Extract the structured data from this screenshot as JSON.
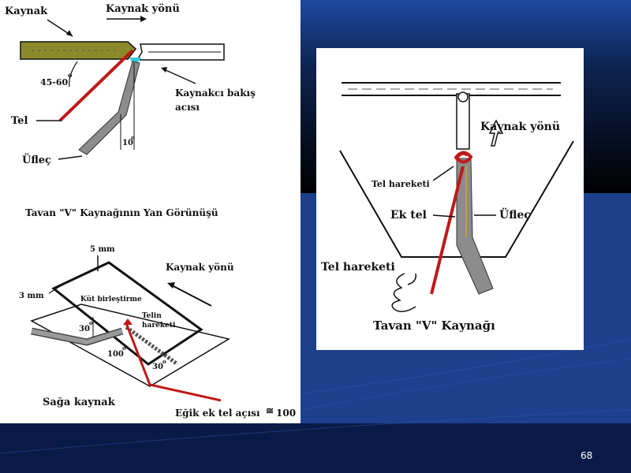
{
  "colors": {
    "slide_blue": "#1f3f8f",
    "slide_dark": "#000000",
    "wire_red": "#c01818",
    "plate_olive": "#8a8a2a",
    "torch_gray": "#8c8c8c"
  },
  "top_diagram": {
    "kaynak": "Kaynak",
    "kaynak_yonu": "Kaynak yönü",
    "angle": "45-60",
    "angle_sup": "o",
    "bakis_1": "Kaynakcı bakış",
    "bakis_2": "acısı",
    "tel": "Tel",
    "ufflec": "Üfleç",
    "angle_10": "10",
    "angle_10_sup": "o",
    "caption": "Tavan \"V\" Kaynağının  Yan Görünüşü"
  },
  "bottom_diagram": {
    "mm5": "5 mm",
    "kaynak_yonu": "Kaynak yönü",
    "mm3": "3 mm",
    "kut": "Küt birleştirme",
    "telin": "Telin",
    "hareketi": "hareketi",
    "a30": "30",
    "a30_sup": "o",
    "a100": "100",
    "a100_sup": "o",
    "a30b": "30",
    "a30b_sup": "o",
    "saga": "Sağa kaynak",
    "egik": "Eğik ek tel açısı",
    "egik_sym": "≅",
    "egik_val": "100"
  },
  "right_diagram": {
    "kaynak_yonu": "Kaynak yönü",
    "tel_hareketi_1": "Tel hareketi",
    "ek_tel": "Ek tel",
    "ufflec": "Üfleç",
    "tel_hareketi_2": "Tel hareketi",
    "caption": "Tavan \"V\" Kaynağı"
  },
  "slide_number": "68"
}
